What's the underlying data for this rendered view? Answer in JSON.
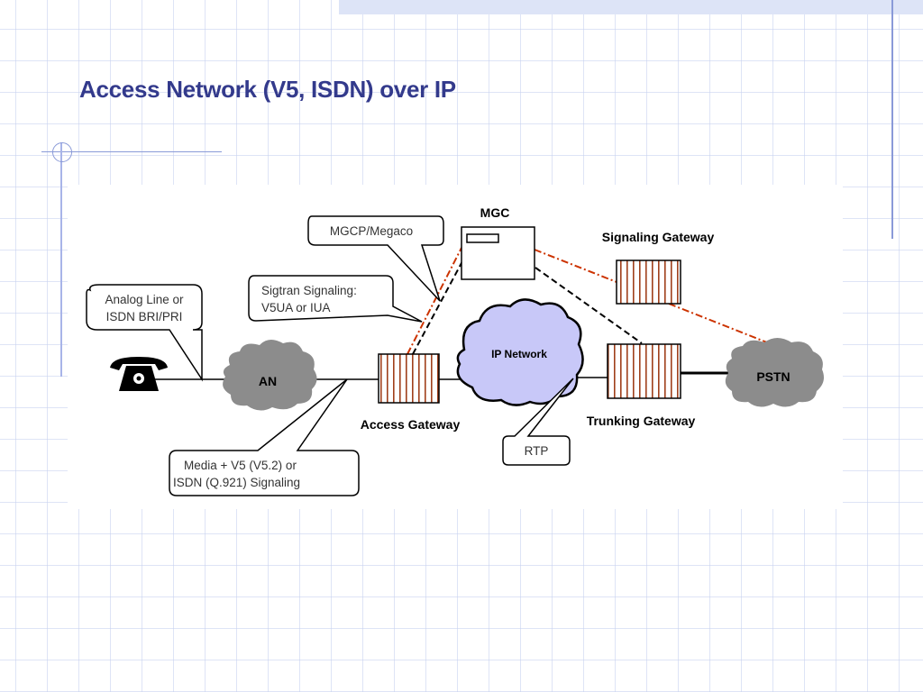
{
  "slide": {
    "title": "Access Network (V5, ISDN) over IP"
  },
  "diagram": {
    "nodes": {
      "phone": {
        "label": "",
        "icon": "telephone-icon"
      },
      "an": {
        "label": "AN"
      },
      "access_gateway": {
        "label": "Access Gateway"
      },
      "ip_network": {
        "label": "IP Network"
      },
      "mgc": {
        "label": "MGC"
      },
      "signaling_gateway": {
        "label": "Signaling Gateway"
      },
      "trunking_gateway": {
        "label": "Trunking Gateway"
      },
      "pstn": {
        "label": "PSTN"
      }
    },
    "callouts": {
      "analog": {
        "line1": "Analog Line or",
        "line2": "ISDN BRI/PRI"
      },
      "mgcp": {
        "line1": "MGCP/Megaco"
      },
      "sigtran": {
        "line1": "Sigtran Signaling:",
        "line2": "V5UA or IUA"
      },
      "media": {
        "line1": "Media + V5 (V5.2) or",
        "line2": "ISDN (Q.921) Signaling"
      },
      "rtp": {
        "line1": "RTP"
      }
    },
    "colors": {
      "title": "#333a8c",
      "signaling_line": "#cc3300",
      "control_line": "#000000",
      "gateway_stripe": "#a0401c",
      "ip_cloud": "#c8c8f8",
      "gray_cloud": "#8c8c8c"
    }
  }
}
